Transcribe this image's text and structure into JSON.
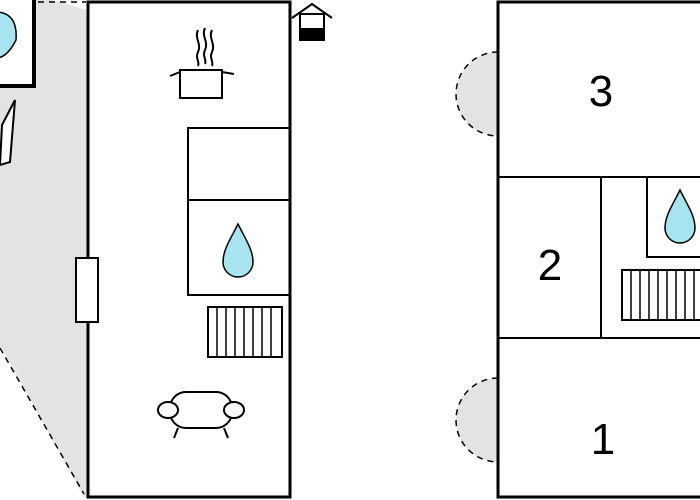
{
  "rooms": [
    {
      "label": "3"
    },
    {
      "label": "2"
    },
    {
      "label": "1"
    }
  ],
  "icons": {
    "cooking": "cooking-pot-icon",
    "water": "water-drop-icon",
    "heater": "radiator-icon",
    "seating": "armchair-icon",
    "entrance": "house-entrance-icon",
    "window": "window-icon"
  },
  "colors": {
    "walls": "#000000",
    "exterior_area": "#e3e3e3",
    "water": "#a8e4ef",
    "background": "#ffffff"
  }
}
